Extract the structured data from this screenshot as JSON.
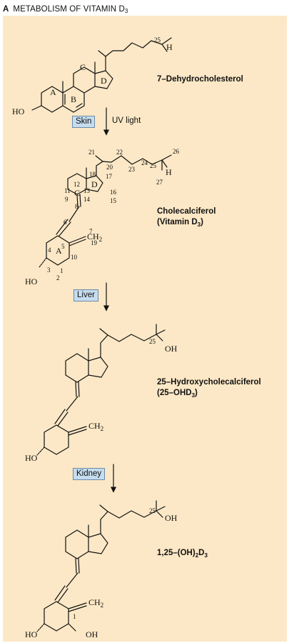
{
  "panel": {
    "letter": "A",
    "title_main": "METABOLISM OF VITAMIN D",
    "title_sub": "3"
  },
  "steps": {
    "skin": {
      "organ": "Skin",
      "note": "UV light"
    },
    "liver": {
      "organ": "Liver"
    },
    "kidney": {
      "organ": "Kidney"
    }
  },
  "compounds": {
    "dehydrocholesterol": {
      "name": "7–Dehydrocholesterol",
      "ring_labels": [
        "A",
        "B",
        "C",
        "D"
      ],
      "groups": {
        "ho": "HO",
        "h": "H",
        "c25": "25"
      }
    },
    "cholecalciferol": {
      "name_line1": "Cholecalciferol",
      "name_line2_main": "(Vitamin D",
      "name_line2_sub": "3",
      "name_line2_end": ")",
      "ring_labels": [
        "A",
        "C",
        "D"
      ],
      "groups": {
        "ho": "HO",
        "h": "H",
        "ch2_main": "CH",
        "ch2_sub": "2"
      },
      "carbon_numbers": {
        "c1": "1",
        "c2": "2",
        "c3": "3",
        "c4": "4",
        "c5": "5",
        "c6": "6",
        "c7": "7",
        "c8": "8",
        "c9": "9",
        "c10": "10",
        "c11": "11",
        "c12": "12",
        "c13": "13",
        "c14": "14",
        "c15": "15",
        "c16": "16",
        "c17": "17",
        "c18": "18",
        "c19": "19",
        "c20": "20",
        "c21": "21",
        "c22": "22",
        "c23": "23",
        "c24": "24",
        "c25": "25",
        "c26": "26",
        "c27": "27"
      }
    },
    "hydroxy": {
      "name_line1": "25–Hydroxycholecalciferol",
      "name_line2_main": "(25–OHD",
      "name_line2_sub": "3",
      "name_line2_end": ")",
      "groups": {
        "ho": "HO",
        "oh": "OH",
        "c25": "25",
        "ch2_main": "CH",
        "ch2_sub": "2"
      }
    },
    "calcitriol": {
      "name_a": "1,25–(OH)",
      "name_sub_a": "2",
      "name_b": "D",
      "name_sub_b": "3",
      "groups": {
        "ho": "HO",
        "oh": "OH",
        "oh1": "OH",
        "c1": "1",
        "c25": "25",
        "ch2_main": "CH",
        "ch2_sub": "2"
      }
    }
  }
}
